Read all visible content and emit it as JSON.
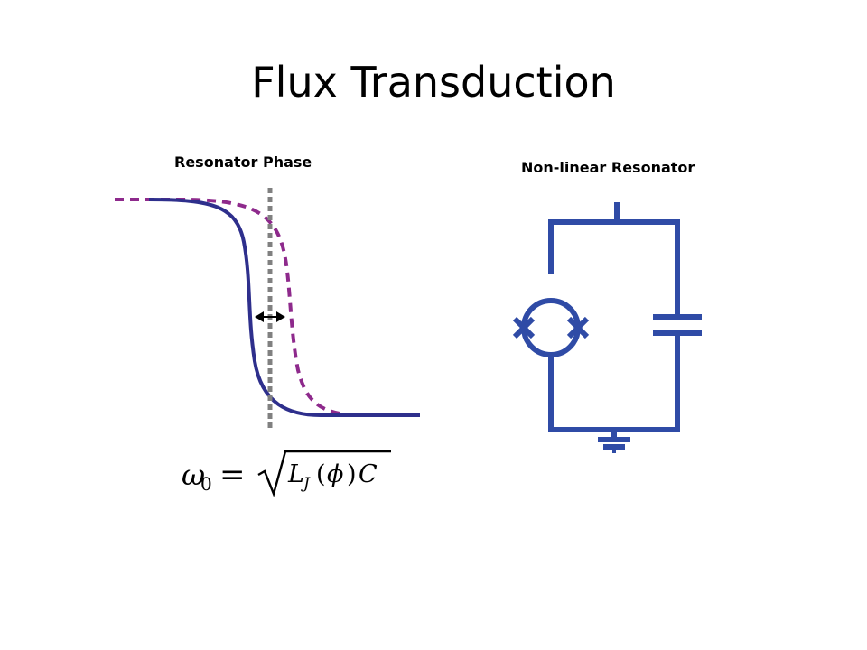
{
  "slide": {
    "title": "Flux Transduction"
  },
  "phase_panel": {
    "label": "Resonator Phase"
  },
  "circuit_panel": {
    "label": "Non-linear Resonator"
  },
  "equation": {
    "lhs_symbol": "ω",
    "lhs_subscript": "0",
    "equals": "=",
    "inductance_symbol": "L",
    "inductance_subscript": "J",
    "open_paren": "(",
    "flux_symbol": "ϕ",
    "close_paren": ")",
    "capacitance_symbol": "C"
  },
  "colors": {
    "solid_curve": "#2e2f8c",
    "dashed_curve": "#8e2a8c",
    "marker_line": "#808080",
    "circuit": "#2f4ba6"
  }
}
